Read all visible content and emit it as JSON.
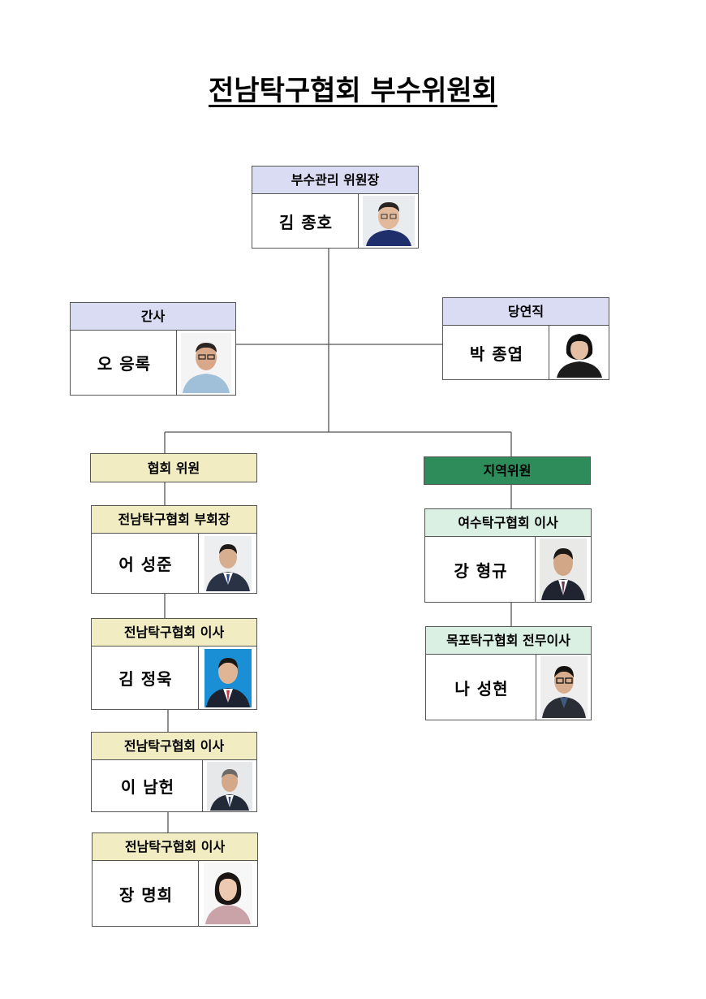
{
  "title": "전남탁구협회  부수위원회",
  "chairman": {
    "header": "부수관리  위원장",
    "name": "김 종호"
  },
  "secretary": {
    "header": "간사",
    "name": "오 응록"
  },
  "ex_officio": {
    "header": "당연직",
    "name": "박 종엽"
  },
  "association_members": {
    "label": "협회 위원",
    "members": [
      {
        "header": "전남탁구협회  부회장",
        "name": "어 성준"
      },
      {
        "header": "전남탁구협회  이사",
        "name": "김 정욱"
      },
      {
        "header": "전남탁구협회  이사",
        "name": "이 남헌"
      },
      {
        "header": "전남탁구협회  이사",
        "name": "장 명희"
      }
    ]
  },
  "regional_members": {
    "label": "지역위원",
    "members": [
      {
        "header": "여수탁구협회  이사",
        "name": "강 형규"
      },
      {
        "header": "목포탁구협회  전무이사",
        "name": "나 성현"
      }
    ]
  },
  "colors": {
    "header_lavender": "#d9dcf3",
    "header_mint": "#d9f0e2",
    "label_cream": "#f2ecc2",
    "label_green": "#2e8b5a"
  }
}
